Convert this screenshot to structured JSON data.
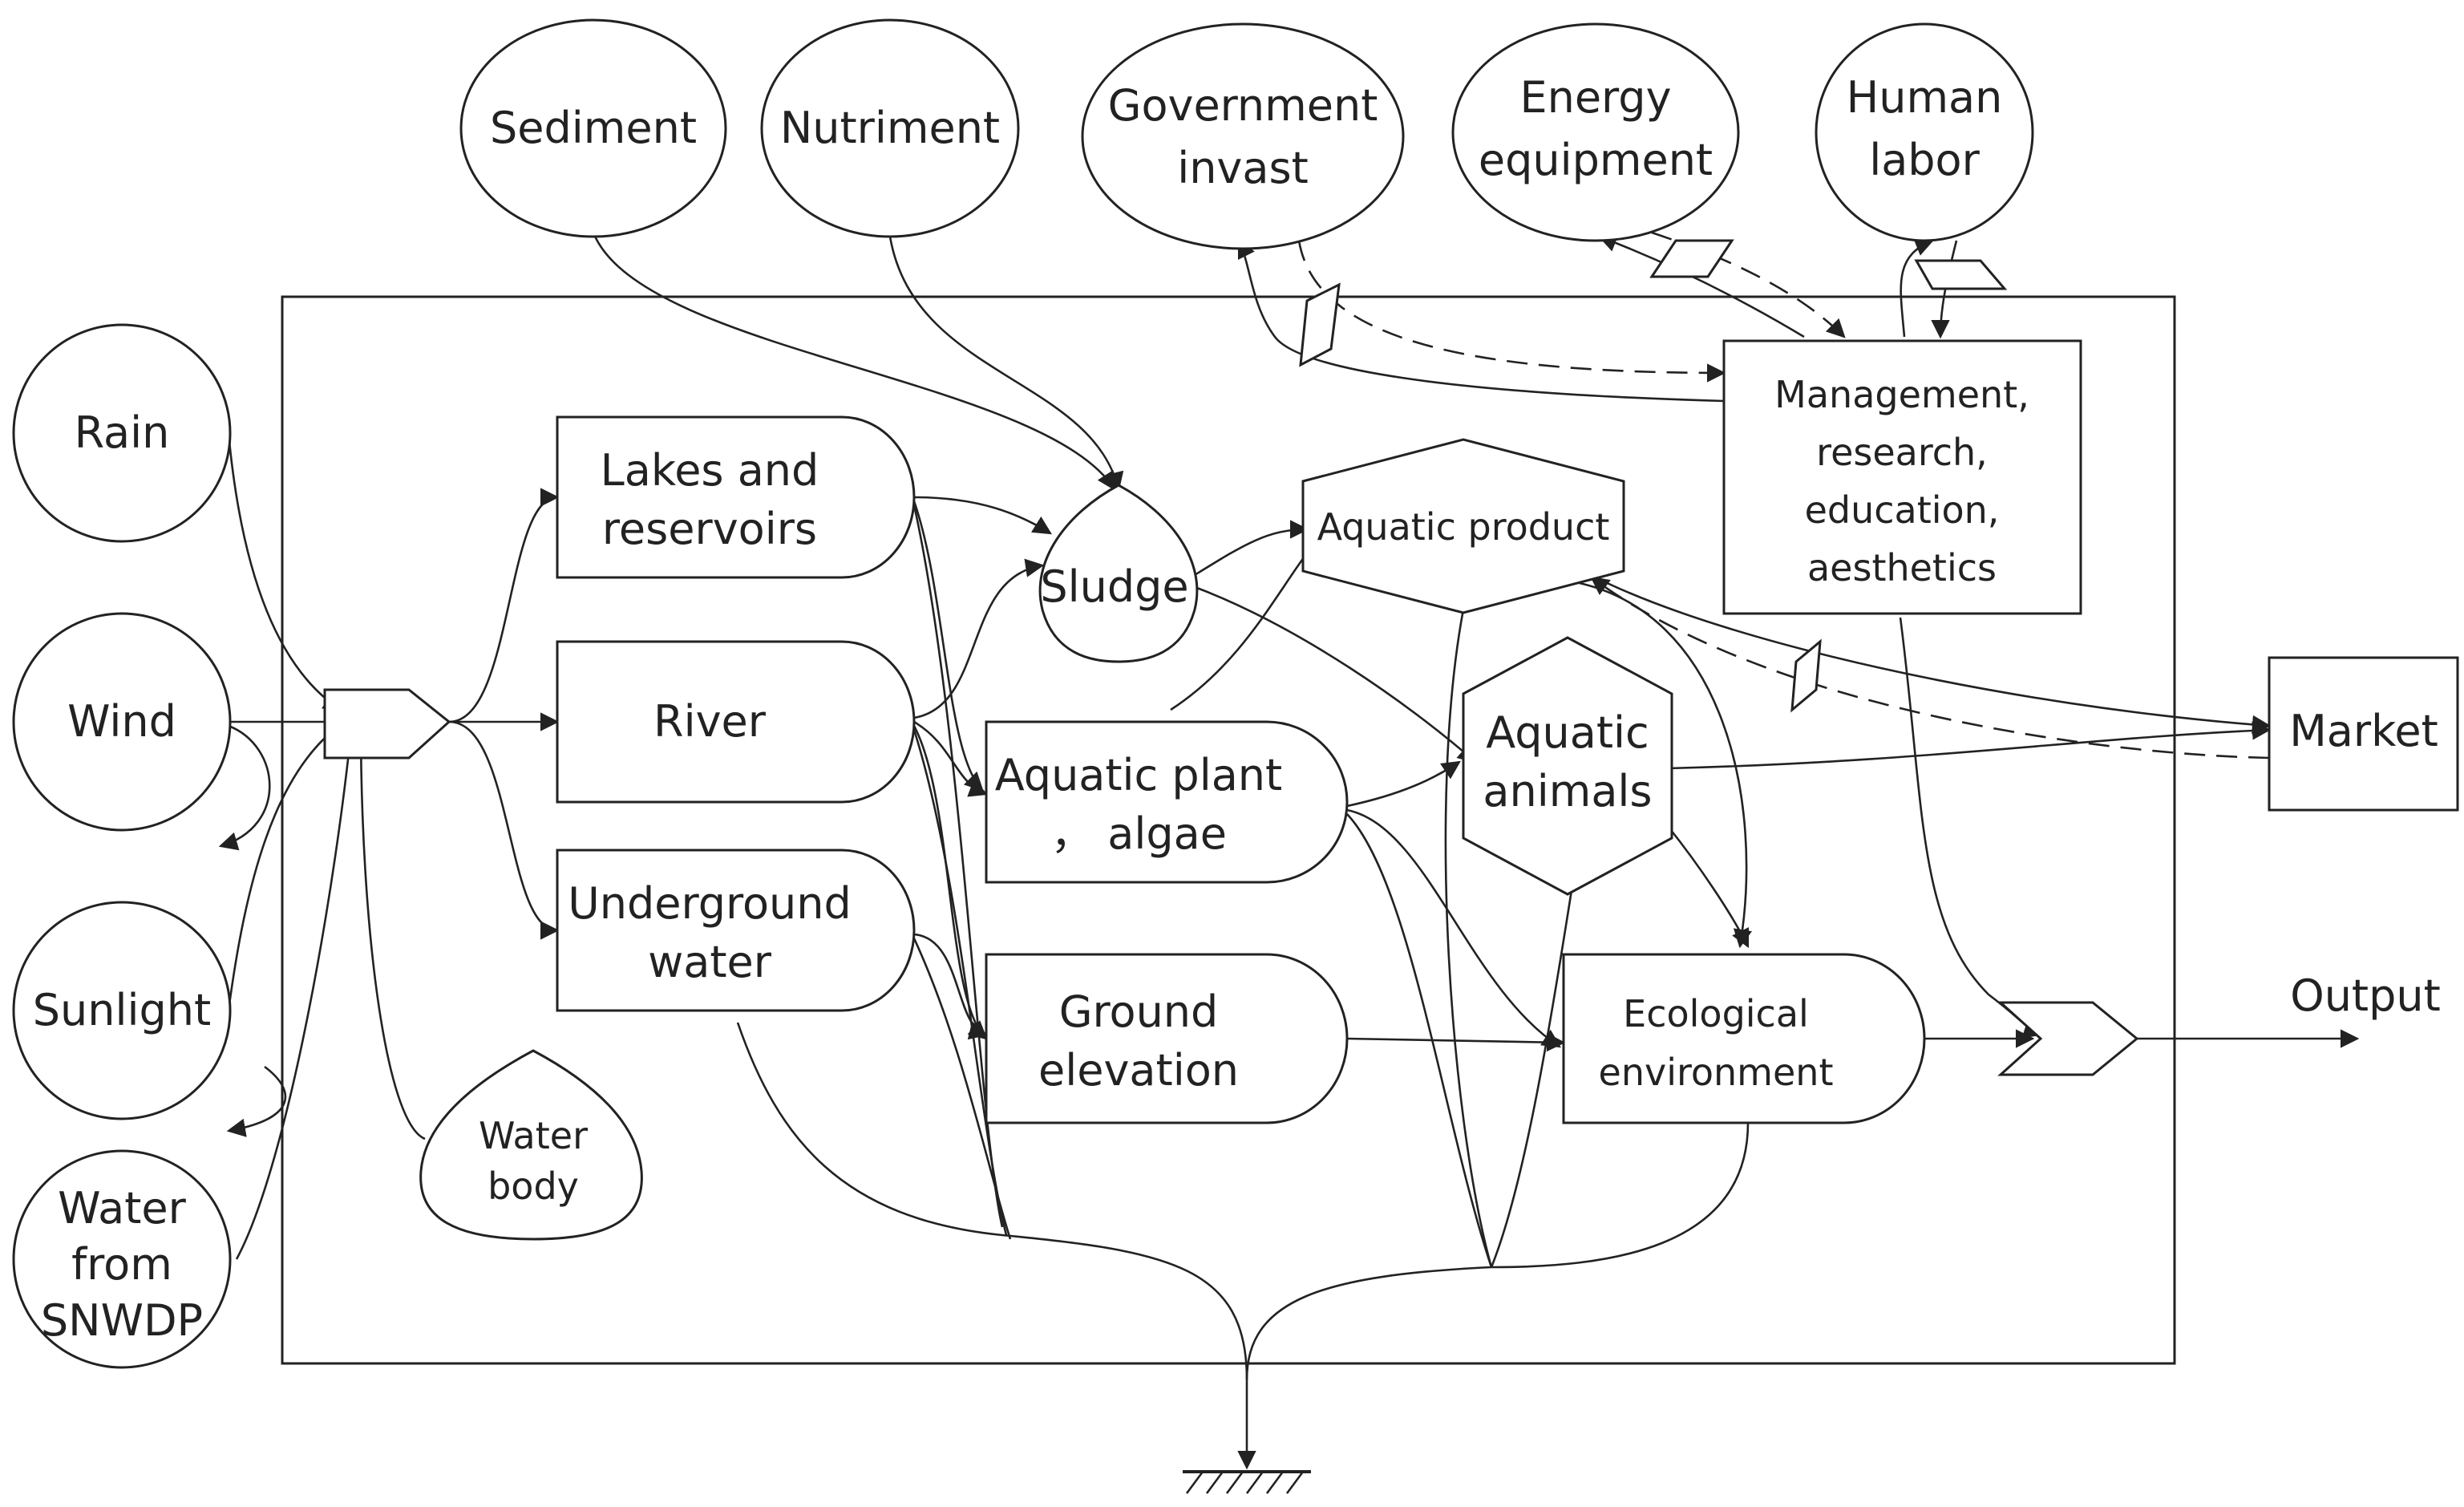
{
  "diagram": {
    "sources": {
      "sediment": "Sediment",
      "nutriment": "Nutriment",
      "government": [
        "Government",
        "invast"
      ],
      "energy": [
        "Energy",
        "equipment"
      ],
      "labor": [
        "Human",
        "labor"
      ],
      "rain": "Rain",
      "wind": "Wind",
      "sunlight": "Sunlight",
      "snwdp": [
        "Water",
        "from",
        "SNWDP"
      ]
    },
    "storages": {
      "lakes": [
        "Lakes and",
        "reservoirs"
      ],
      "river": "River",
      "underground": [
        "Underground",
        "water"
      ],
      "plant": [
        "Aquatic plant",
        "，  algae"
      ],
      "ground": [
        "Ground",
        "elevation"
      ],
      "sludge": "Sludge",
      "water_body": [
        "Water",
        "body"
      ]
    },
    "consumers": {
      "product": "Aquatic product",
      "animals": [
        "Aquatic",
        "animals"
      ]
    },
    "boxes": {
      "management": [
        "Management,",
        "research,",
        "education,",
        "aesthetics"
      ],
      "ecological": [
        "Ecological",
        "environment"
      ],
      "market": "Market"
    },
    "output_label": "Output"
  }
}
